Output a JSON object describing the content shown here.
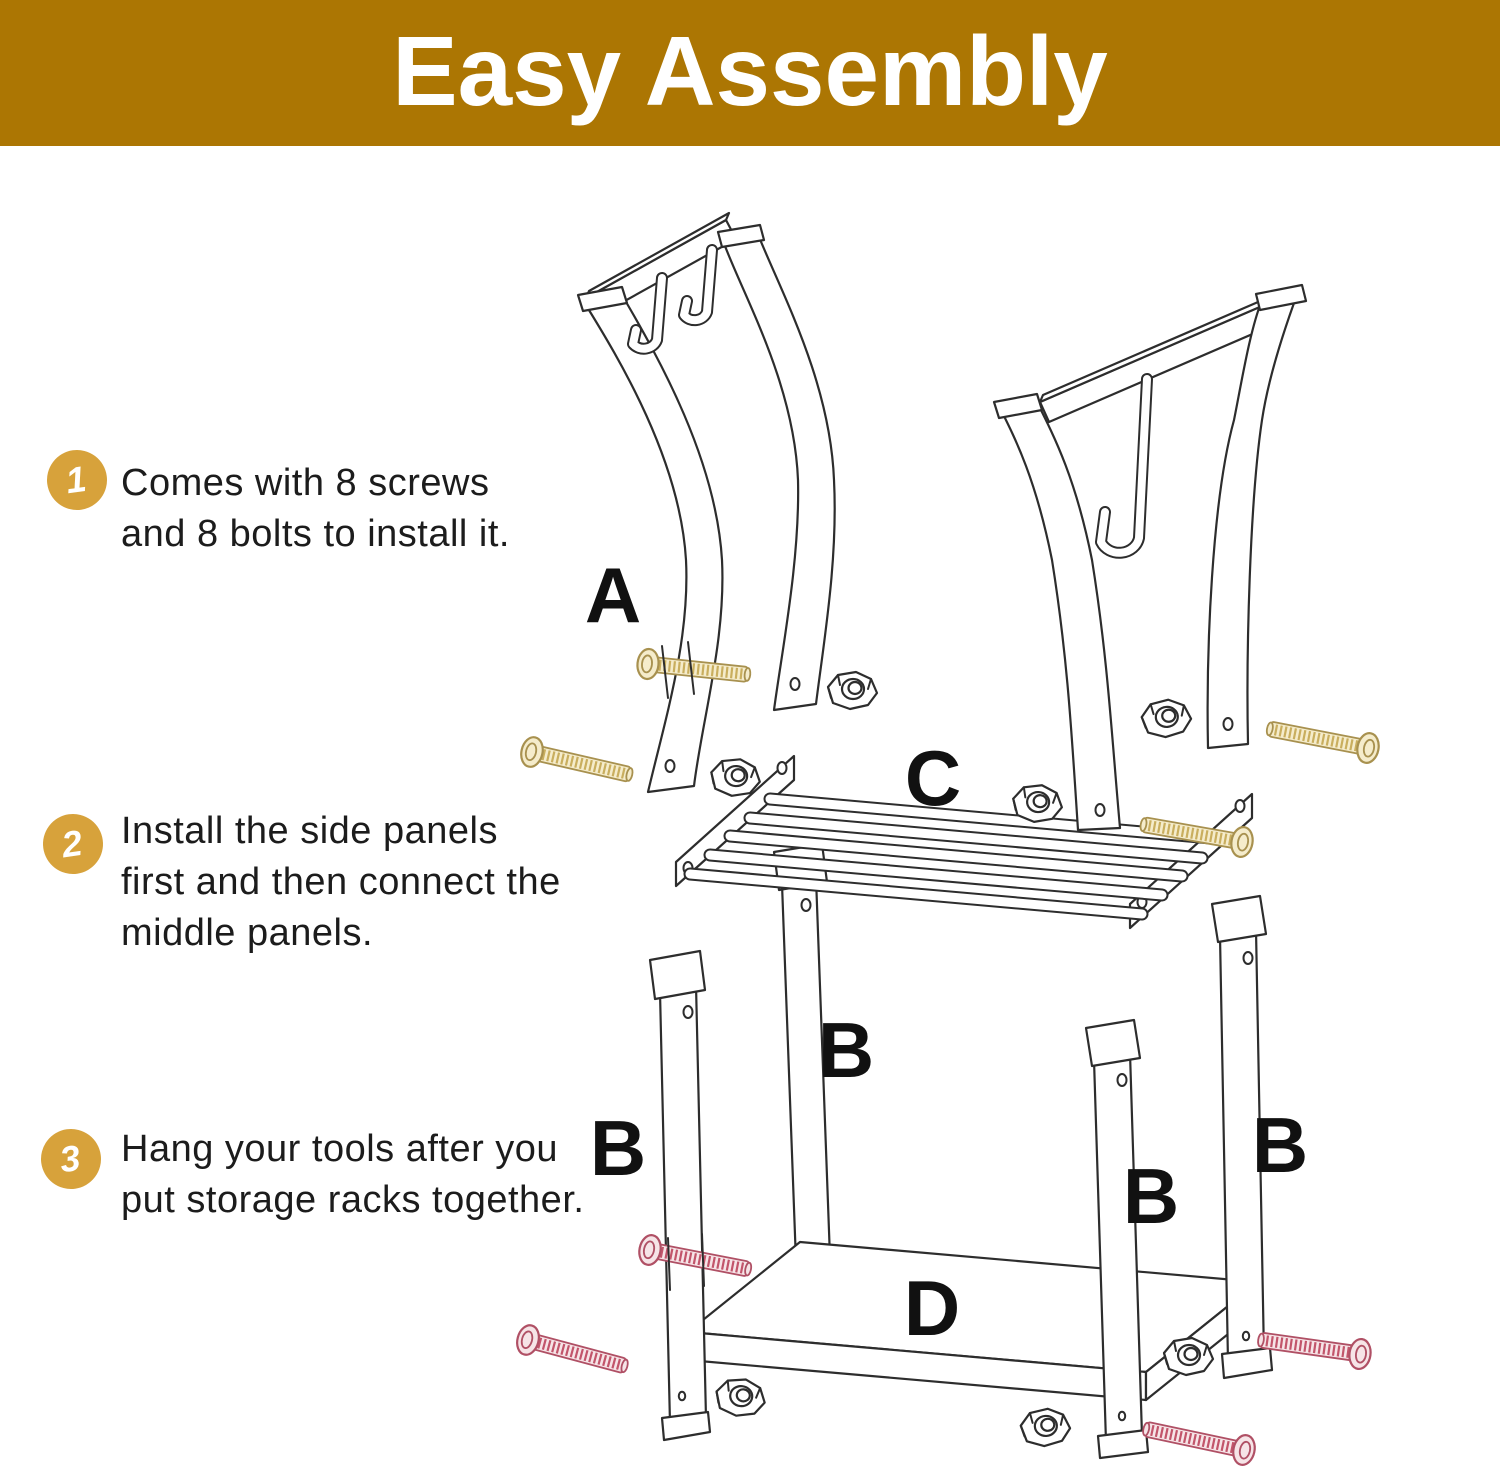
{
  "header": {
    "title": "Easy Assembly",
    "bg_color": "#AC7603",
    "text_color": "#FFFFFF"
  },
  "badge_color": "#D7A23B",
  "steps": [
    {
      "number": "1",
      "lines": [
        "Comes with 8 screws",
        "and 8 bolts to install it."
      ]
    },
    {
      "number": "2",
      "lines": [
        "Install the side panels",
        "first and then connect the",
        "middle panels."
      ]
    },
    {
      "number": "3",
      "lines": [
        "Hang your tools after you",
        "put storage racks together."
      ]
    }
  ],
  "diagram": {
    "part_labels": {
      "side_panel": "A",
      "leg": "B",
      "hanging_shelf": "C",
      "bottom_shelf": "D"
    },
    "hardware": {
      "gold_screw_color": "#C9AE5E",
      "red_screw_color": "#C2556B",
      "gold_screw_count": 4,
      "red_screw_count": 4,
      "nut_count": 7
    },
    "line_color": "#2d2d2d"
  }
}
